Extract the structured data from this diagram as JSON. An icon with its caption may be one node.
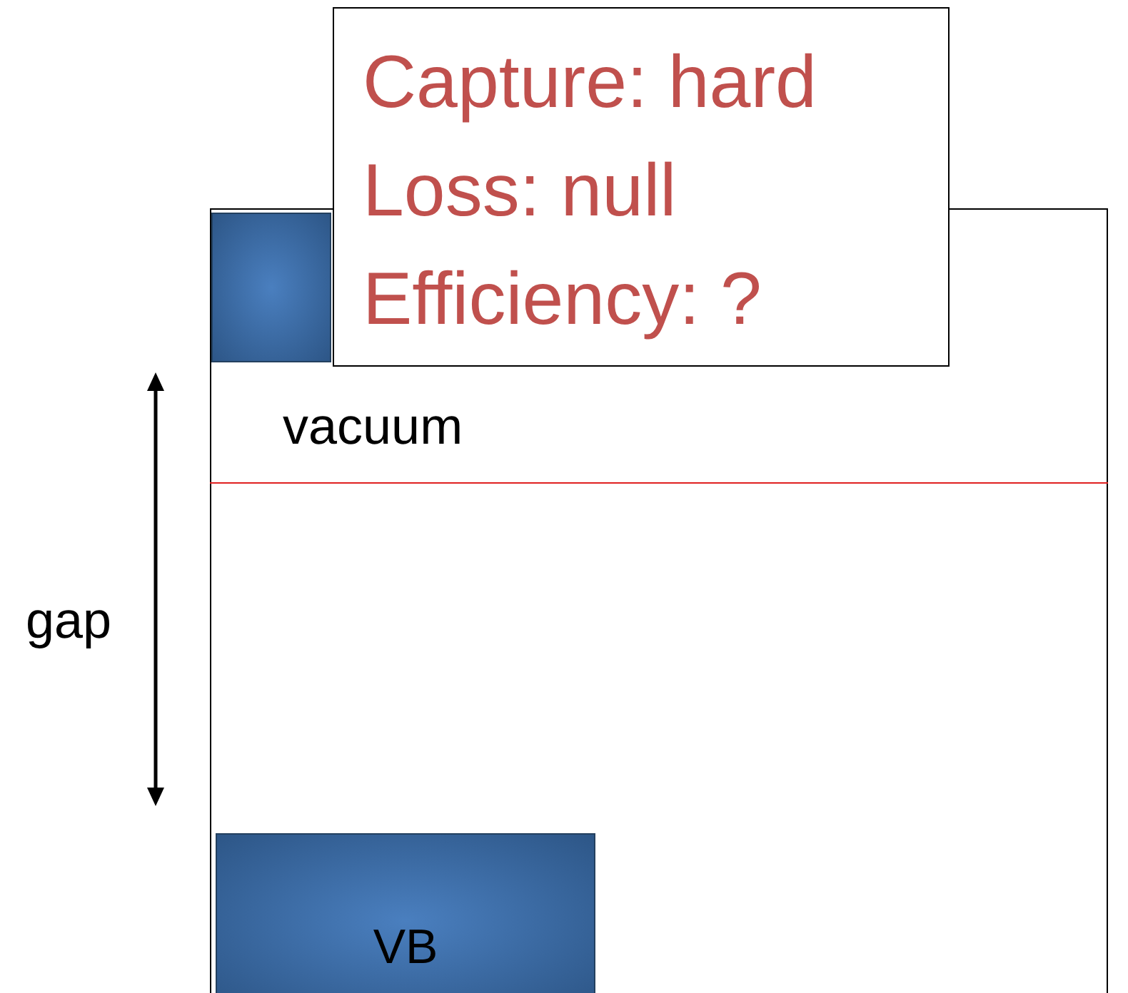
{
  "diagram": {
    "nodes": [
      {
        "text": [],
        "shape": "box"
      },
      {
        "text": [],
        "shape": "bar",
        "in": 0
      },
      {
        "text": [
          "Capture: hard",
          "Loss: null",
          "Efficiency: ?"
        ]
      },
      {
        "text": [
          "VB"
        ],
        "in": 0
      }
    ],
    "labels": [
      "vacuum",
      "gap"
    ]
  }
}
